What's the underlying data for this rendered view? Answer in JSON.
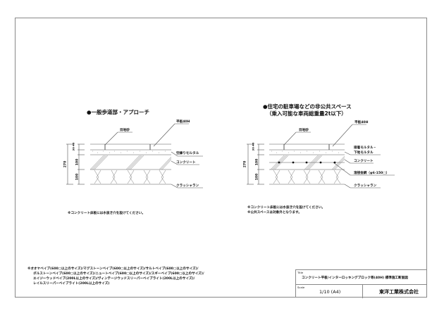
{
  "left_section": {
    "heading": "●一般歩道部・アプローチ",
    "labels": {
      "joint_sand": "目地砂",
      "slab": "平板40H",
      "mortar": "空練りモルタル",
      "concrete": "コンクリート",
      "crusher_run": "クラッシャラン"
    },
    "dimensions": {
      "total": "270",
      "top": "30 40",
      "concrete": "100",
      "base": "100"
    },
    "note": "※コンクリート床板には水抜き穴を設けてください。"
  },
  "right_section": {
    "heading": "●住宅の駐車場などの非公共スペース",
    "subheading": "（乗入可能な車両総重量2t以下）",
    "labels": {
      "joint_sand": "目地砂",
      "slab": "平板40H",
      "mortar_1": "接着モルタル・",
      "mortar_2": "下地モルタル",
      "concrete": "コンクリート",
      "wire_mesh": "溶接金網（φ6-150□）",
      "crusher_run": "クラッシャラン"
    },
    "dimensions": {
      "total": "270",
      "top": "30 40",
      "concrete": "100",
      "base": "100"
    },
    "notes": [
      "※コンクリート床板には水抜き穴を設けてください。",
      "※公共スペースは対象外となります。"
    ]
  },
  "footer_notes": [
    "※オオヤベイブ(600□以上のサイズ)/マグストーンベイブ(600□以上のサイズ)/サルトベイブ(600□以上のサイズ)/",
    "ダルストーンベイブ(600□以上のサイズ)/ニュートベイブ(600□以上のサイズ)/スギーベイブ(600□以上のサイズ)/",
    "エイジーウッドベイブ(200L以上のサイズ)/ヴィンテージウッドスリーパーベイブライト(200L以上のサイズ)/",
    "レイルスリーパーベイブライト(200L以上のサイズ)"
  ],
  "title_block": {
    "title_caption": "Title",
    "title": "コンクリート平板/インターロッキングブロック等(40H) 標準施工断面図",
    "scale_caption": "Scale",
    "scale": "1/10 (A4)",
    "company": "東洋工業株式会社"
  }
}
